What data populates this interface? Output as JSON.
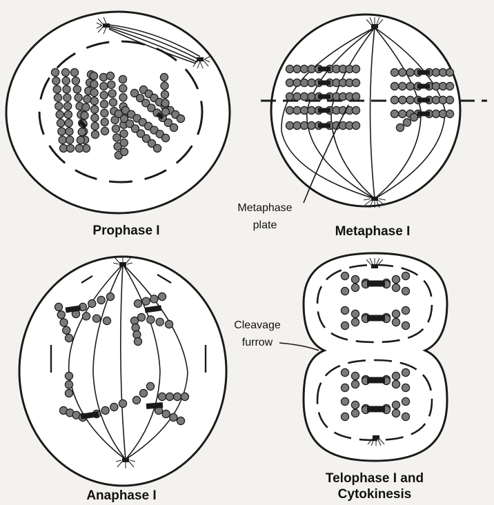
{
  "labels": {
    "prophase": "Prophase I",
    "metaphase": "Metaphase I",
    "anaphase": "Anaphase I",
    "telophase_line1": "Telophase I and",
    "telophase_line2": "Cytokinesis",
    "metaphase_plate_line1": "Metaphase",
    "metaphase_plate_line2": "plate",
    "cleavage_line1": "Cleavage",
    "cleavage_line2": "furrow"
  },
  "icons": {
    "centrosome": "centrosome-icon",
    "chromosome": "chromosome-icon"
  },
  "colors": {
    "ink": "#1a1a1a",
    "chromatid_fill": "#7a7a7a",
    "cell_fill": "#ffffff",
    "paper": "#f4f2ee"
  }
}
